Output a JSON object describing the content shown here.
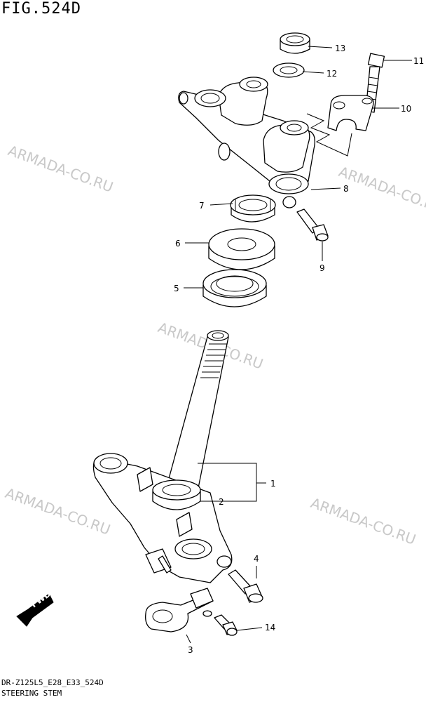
{
  "figure": {
    "title": "FIG.524D",
    "model_code": "DR-Z125L5_E28_E33_524D",
    "section_name": "STEERING STEM"
  },
  "fwd_label": "FWD",
  "watermark_text": "ARMADA-CO.RU",
  "callouts": {
    "c1": "1",
    "c2": "2",
    "c3": "3",
    "c4": "4",
    "c5": "5",
    "c6": "6",
    "c7": "7",
    "c8": "8",
    "c9": "9",
    "c10": "10",
    "c11": "11",
    "c12": "12",
    "c13": "13",
    "c14": "14"
  }
}
